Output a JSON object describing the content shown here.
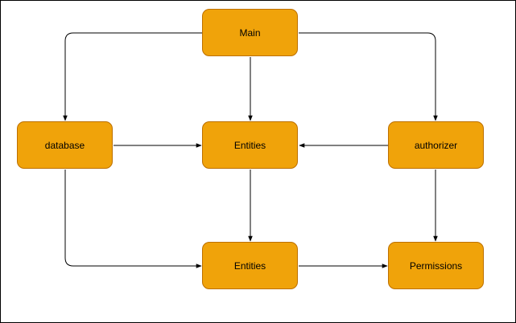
{
  "diagram": {
    "nodes": {
      "main": {
        "label": "Main"
      },
      "database": {
        "label": "database"
      },
      "entities_top": {
        "label": "Entities"
      },
      "authorizer": {
        "label": "authorizer"
      },
      "entities_bottom": {
        "label": "Entities"
      },
      "permissions": {
        "label": "Permissions"
      }
    },
    "edges": [
      {
        "from": "Main",
        "to": "database"
      },
      {
        "from": "Main",
        "to": "Entities"
      },
      {
        "from": "Main",
        "to": "authorizer"
      },
      {
        "from": "database",
        "to": "Entities"
      },
      {
        "from": "authorizer",
        "to": "Entities"
      },
      {
        "from": "database",
        "to": "Entities (bottom)"
      },
      {
        "from": "Entities",
        "to": "Entities (bottom)"
      },
      {
        "from": "authorizer",
        "to": "Permissions"
      },
      {
        "from": "Entities (bottom)",
        "to": "Permissions"
      }
    ],
    "colors": {
      "node_fill": "#f0a30a",
      "node_stroke": "#bd7000",
      "edge": "#000000"
    }
  }
}
